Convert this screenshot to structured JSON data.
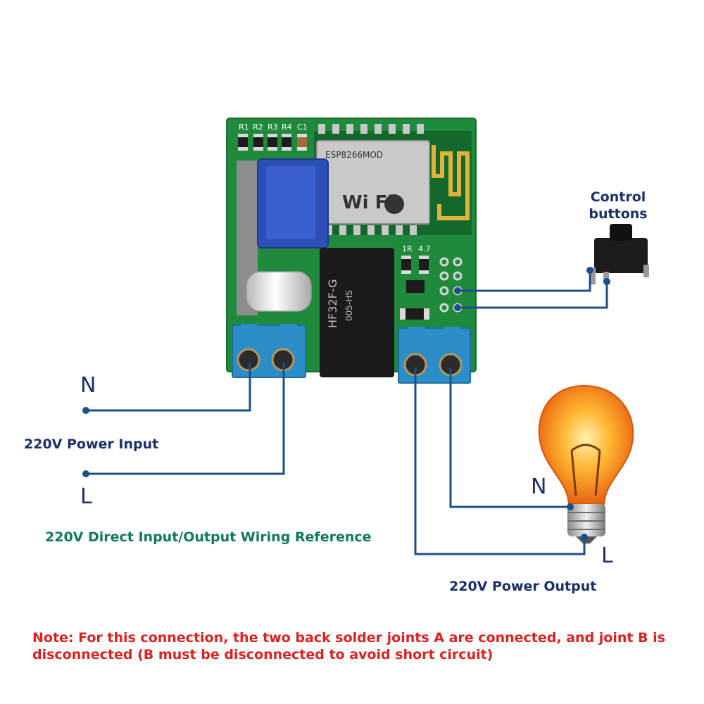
{
  "labels": {
    "control_buttons_line1": "Control",
    "control_buttons_line2": "buttons",
    "input_n": "N",
    "input_l": "L",
    "power_input": "220V Power Input",
    "wiring_reference": "220V Direct Input/Output Wiring Reference",
    "output_n": "N",
    "output_l": "L",
    "power_output": "220V Power Output",
    "note_line1": "Note: For this connection, the two back solder joints A are connected, and joint B is",
    "note_line2": "disconnected (B must be disconnected to avoid short circuit)"
  },
  "board": {
    "silkscreen": [
      "R1",
      "R2",
      "R3",
      "R4",
      "C1"
    ],
    "resistor_labels": [
      "1R",
      "4.7"
    ],
    "relay_lines": [
      "HF32F-G",
      "005-HS"
    ],
    "wifi_text": "Wi Fi",
    "module_text": "ESP8266MOD"
  },
  "colors": {
    "wire": "#1b4f8a",
    "pcb": "#1f8a3c",
    "terminal": "#2b8ec9",
    "navy_text": "#1b2f6b",
    "green_text": "#0d7a5f",
    "note_text": "#e0201c"
  }
}
